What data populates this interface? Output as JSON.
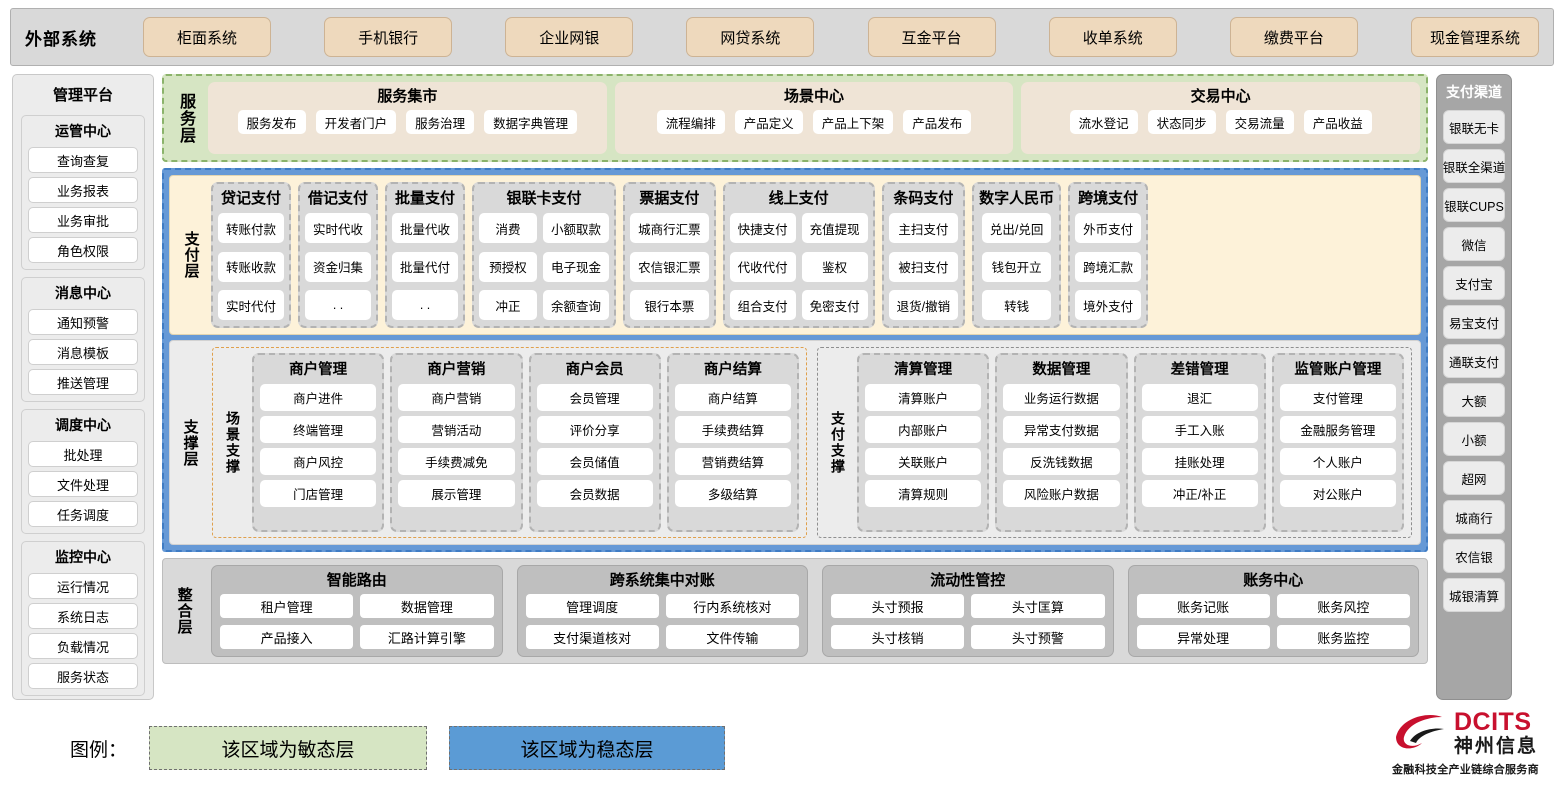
{
  "external": {
    "title": "外部系统",
    "items": [
      "柜面系统",
      "手机银行",
      "企业网银",
      "网贷系统",
      "互金平台",
      "收单系统",
      "缴费平台",
      "现金管理系统"
    ]
  },
  "left_sidebar": {
    "title": "管理平台",
    "groups": [
      {
        "title": "运管中心",
        "items": [
          "查询查复",
          "业务报表",
          "业务审批",
          "角色权限"
        ]
      },
      {
        "title": "消息中心",
        "items": [
          "通知预警",
          "消息模板",
          "推送管理"
        ]
      },
      {
        "title": "调度中心",
        "items": [
          "批处理",
          "文件处理",
          "任务调度"
        ]
      },
      {
        "title": "监控中心",
        "items": [
          "运行情况",
          "系统日志",
          "负载情况",
          "服务状态"
        ]
      }
    ]
  },
  "right_sidebar": {
    "title": "支付渠道",
    "items": [
      "银联无卡",
      "银联全渠道",
      "银联CUPS",
      "微信",
      "支付宝",
      "易宝支付",
      "通联支付",
      "大额",
      "小额",
      "超网",
      "城商行",
      "农信银",
      "城银清算"
    ]
  },
  "service_layer": {
    "label": "服务层",
    "cards": [
      {
        "title": "服务集市",
        "items": [
          "服务发布",
          "开发者门户",
          "服务治理",
          "数据字典管理"
        ]
      },
      {
        "title": "场景中心",
        "items": [
          "流程编排",
          "产品定义",
          "产品上下架",
          "产品发布"
        ]
      },
      {
        "title": "交易中心",
        "items": [
          "流水登记",
          "状态同步",
          "交易流量",
          "产品收益"
        ]
      }
    ]
  },
  "pay_layer": {
    "label": "支付层",
    "columns": [
      {
        "title": "贷记支付",
        "cols": 1,
        "items": [
          "转账付款",
          "转账收款",
          "实时代付"
        ]
      },
      {
        "title": "借记支付",
        "cols": 1,
        "items": [
          "实时代收",
          "资金归集",
          ". ."
        ]
      },
      {
        "title": "批量支付",
        "cols": 1,
        "items": [
          "批量代收",
          "批量代付",
          ". ."
        ]
      },
      {
        "title": "银联卡支付",
        "cols": 2,
        "items": [
          "消费",
          "小额取款",
          "预授权",
          "电子现金",
          "冲正",
          "余额查询"
        ]
      },
      {
        "title": "票据支付",
        "cols": 1,
        "items": [
          "城商行汇票",
          "农信银汇票",
          "银行本票"
        ]
      },
      {
        "title": "线上支付",
        "cols": 2,
        "items": [
          "快捷支付",
          "充值提现",
          "代收代付",
          "鉴权",
          "组合支付",
          "免密支付"
        ]
      },
      {
        "title": "条码支付",
        "cols": 1,
        "items": [
          "主扫支付",
          "被扫支付",
          "退货/撤销"
        ]
      },
      {
        "title": "数字人民币",
        "cols": 1,
        "items": [
          "兑出/兑回",
          "钱包开立",
          "转钱"
        ]
      },
      {
        "title": "跨境支付",
        "cols": 1,
        "items": [
          "外币支付",
          "跨境汇款",
          "境外支付"
        ]
      }
    ]
  },
  "support_layer": {
    "label": "支撑层",
    "panels": [
      {
        "label": "场景支撑",
        "columns": [
          {
            "title": "商户管理",
            "items": [
              "商户进件",
              "终端管理",
              "商户风控",
              "门店管理"
            ]
          },
          {
            "title": "商户营销",
            "items": [
              "商户营销",
              "营销活动",
              "手续费减免",
              "展示管理"
            ]
          },
          {
            "title": "商户会员",
            "items": [
              "会员管理",
              "评价分享",
              "会员储值",
              "会员数据"
            ]
          },
          {
            "title": "商户结算",
            "items": [
              "商户结算",
              "手续费结算",
              "营销费结算",
              "多级结算"
            ]
          }
        ]
      },
      {
        "label": "支付支撑",
        "columns": [
          {
            "title": "清算管理",
            "items": [
              "清算账户",
              "内部账户",
              "关联账户",
              "清算规则"
            ]
          },
          {
            "title": "数据管理",
            "items": [
              "业务运行数据",
              "异常支付数据",
              "反洗钱数据",
              "风险账户数据"
            ]
          },
          {
            "title": "差错管理",
            "items": [
              "退汇",
              "手工入账",
              "挂账处理",
              "冲正/补正"
            ]
          },
          {
            "title": "监管账户管理",
            "items": [
              "支付管理",
              "金融服务管理",
              "个人账户",
              "对公账户"
            ]
          }
        ]
      }
    ]
  },
  "integration_layer": {
    "label": "整合层",
    "cards": [
      {
        "title": "智能路由",
        "items": [
          "租户管理",
          "数据管理",
          "产品接入",
          "汇路计算引擎"
        ]
      },
      {
        "title": "跨系统集中对账",
        "items": [
          "管理调度",
          "行内系统核对",
          "支付渠道核对",
          "文件传输"
        ]
      },
      {
        "title": "流动性管控",
        "items": [
          "头寸预报",
          "头寸匡算",
          "头寸核销",
          "头寸预警"
        ]
      },
      {
        "title": "账务中心",
        "items": [
          "账务记账",
          "账务风控",
          "异常处理",
          "账务监控"
        ]
      }
    ]
  },
  "legend": {
    "label": "图例：",
    "agile_text": "该区域为敏态层",
    "stable_text": "该区域为稳态层",
    "agile_color": "#d6e5c3",
    "stable_color": "#5b9bd5"
  },
  "logo": {
    "brand_en": "DCITS",
    "brand_cn": "神州信息",
    "tagline": "金融科技全产业链综合服务商",
    "brand_color": "#c8102e"
  }
}
